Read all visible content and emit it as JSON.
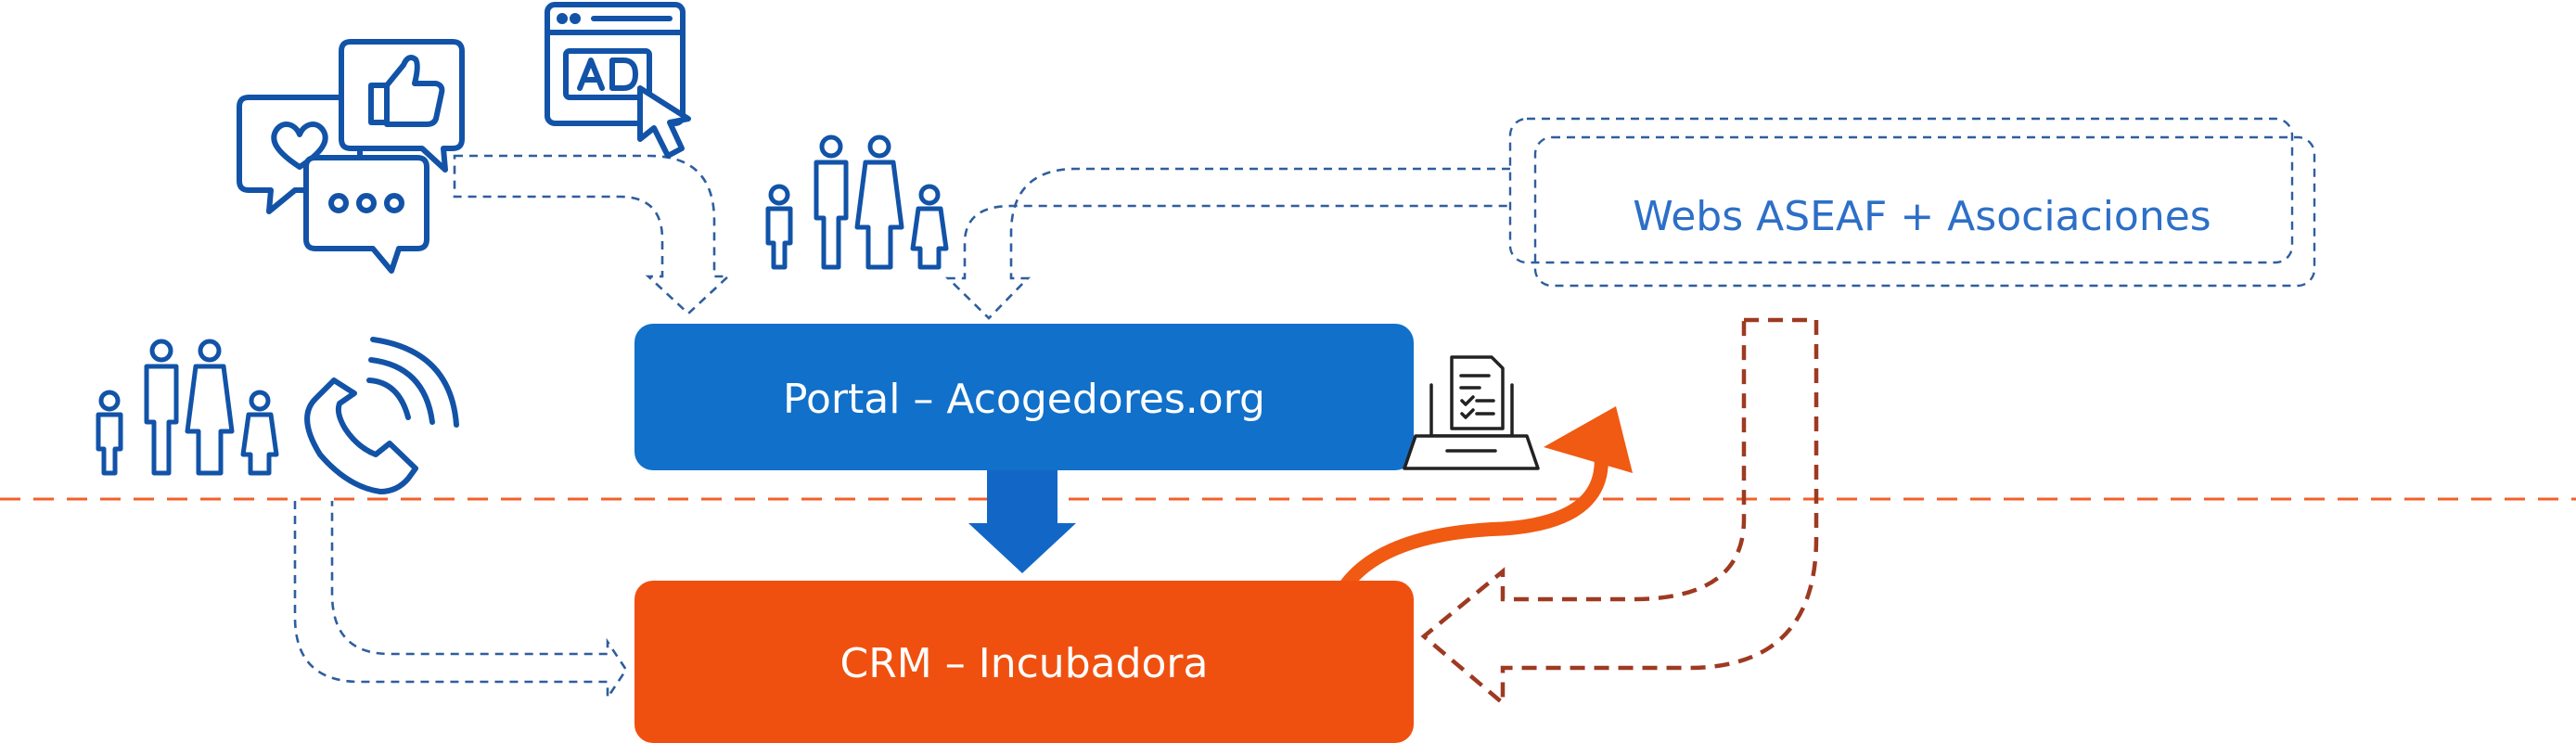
{
  "nodes": {
    "portal": {
      "label": "Portal – Acogedores.org"
    },
    "crm": {
      "label": "CRM – Incubadora"
    },
    "webs": {
      "label": "Webs ASEAF + Asociaciones"
    }
  },
  "icons": {
    "social_chat": "social-media-chat-icon",
    "advertising": "ad-click-icon",
    "family_top": "family-icon",
    "family_left": "family-icon",
    "phone": "phone-call-icon",
    "laptop_form": "laptop-form-icon"
  },
  "colors": {
    "portal_fill": "#1170C9",
    "crm_fill": "#F0500F",
    "icon_blue": "#1253A8",
    "flow_blue": "#2E5E9E",
    "flow_brown": "#9E3A22",
    "divider_orange": "#F0602A",
    "arrow_blue": "#1267C6",
    "arrow_orange": "#F05A12",
    "label_blue": "#2D6FC8"
  }
}
